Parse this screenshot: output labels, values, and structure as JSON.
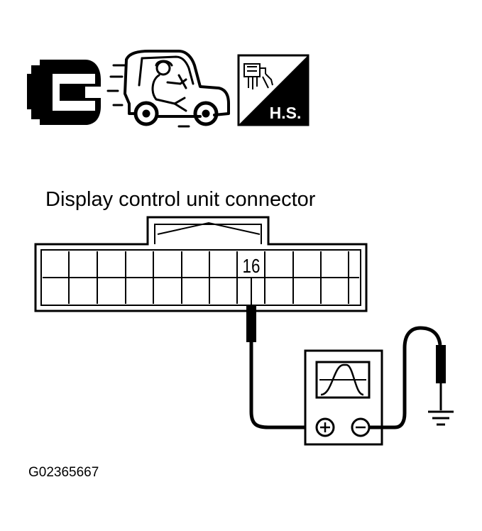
{
  "icons": {
    "connector": "connector-icon",
    "vehicle": "driving-vehicle-icon",
    "harness": "harness-icon",
    "harness_label": "H.S."
  },
  "connector": {
    "title": "Display control unit connector",
    "terminal": "16",
    "rows": 2,
    "cols": 12
  },
  "meter": {
    "positive_symbol": "+",
    "negative_symbol": "−",
    "display": "waveform"
  },
  "figure_id": "G02365667"
}
